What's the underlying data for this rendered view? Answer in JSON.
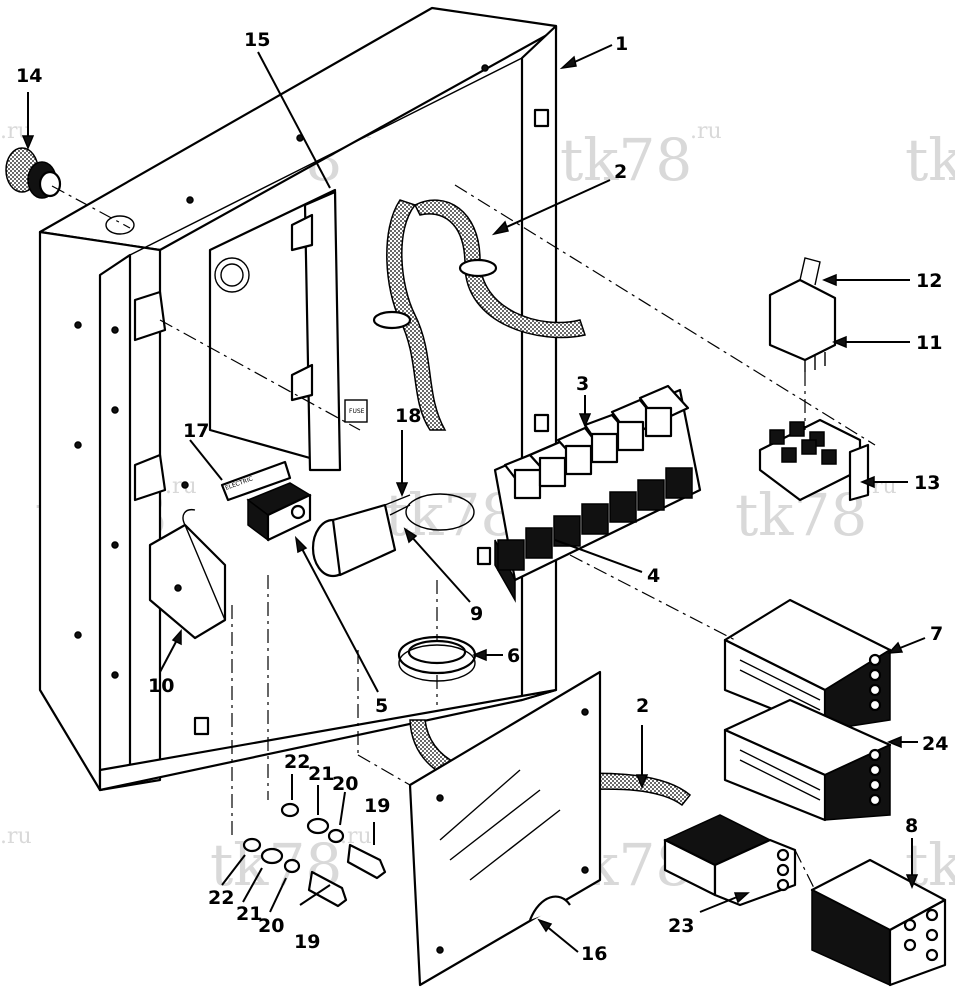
{
  "diagram": {
    "watermark": {
      "text": "tk78",
      "suffix": ".ru"
    },
    "callouts": [
      {
        "id": "c1",
        "label": "1"
      },
      {
        "id": "c2a",
        "label": "2"
      },
      {
        "id": "c2b",
        "label": "2"
      },
      {
        "id": "c3",
        "label": "3"
      },
      {
        "id": "c4",
        "label": "4"
      },
      {
        "id": "c5",
        "label": "5"
      },
      {
        "id": "c6",
        "label": "6"
      },
      {
        "id": "c7",
        "label": "7"
      },
      {
        "id": "c8",
        "label": "8"
      },
      {
        "id": "c9",
        "label": "9"
      },
      {
        "id": "c10",
        "label": "10"
      },
      {
        "id": "c11",
        "label": "11"
      },
      {
        "id": "c12",
        "label": "12"
      },
      {
        "id": "c13",
        "label": "13"
      },
      {
        "id": "c14",
        "label": "14"
      },
      {
        "id": "c15",
        "label": "15"
      },
      {
        "id": "c16",
        "label": "16"
      },
      {
        "id": "c17",
        "label": "17"
      },
      {
        "id": "c18",
        "label": "18"
      },
      {
        "id": "c19a",
        "label": "19"
      },
      {
        "id": "c19b",
        "label": "19"
      },
      {
        "id": "c20a",
        "label": "20"
      },
      {
        "id": "c20b",
        "label": "20"
      },
      {
        "id": "c21a",
        "label": "21"
      },
      {
        "id": "c21b",
        "label": "21"
      },
      {
        "id": "c22a",
        "label": "22"
      },
      {
        "id": "c22b",
        "label": "22"
      },
      {
        "id": "c23",
        "label": "23"
      },
      {
        "id": "c24",
        "label": "24"
      }
    ],
    "panel_labels": {
      "fuse_label": "FUSE",
      "electric_label": "ELECTRIC"
    }
  }
}
